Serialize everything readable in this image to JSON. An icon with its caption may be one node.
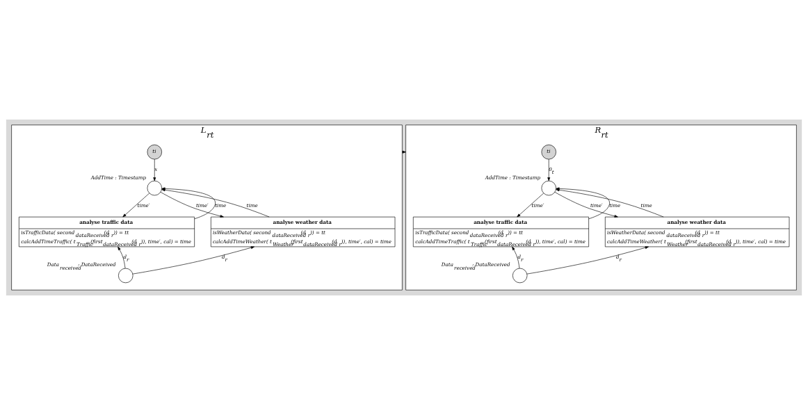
{
  "diagram": {
    "nodes": [
      {
        "text": [
          "L$_{rt}$"
        ]
      },
      {
        "text": [
          "ti"
        ],
        "in": 0
      },
      {
        "text": [],
        "shape": "circle",
        "in": 0,
        "beside": [
          "AddTime : Timestamp"
        ]
      },
      {
        "text": [
          "analyse traffic data",
          "isTrafficData( second$_{dataReceived}$ (d$_{r}$)) = tt",
          "calcAddTimeTraffic( t$_{Traffic}$(first$_{dataReceived}$ (d$_{r}$)), time′, cal) = time"
        ],
        "in": 0
      },
      {
        "text": [
          "analyse weather data",
          "isWeatherData( second$_{dataReceived}$ (d$_{r}$)) = tt",
          "calcAddTimeWeather( t$_{Weather}$(first$_{dataReceived}$ (d$_{r}$)), time′, cal) = time"
        ],
        "in": 0
      },
      {
        "text": [],
        "shape": "circle",
        "in": 0,
        "beside": [
          "Data$_{received}$ : DataReceived"
        ]
      },
      {
        "text": [
          "R$_{rt}$"
        ]
      },
      {
        "text": [
          "ti"
        ],
        "in": 6
      },
      {
        "text": [],
        "shape": "circle",
        "in": 6,
        "beside": [
          "AddTime : Timestamp"
        ]
      },
      {
        "text": [
          "analyse traffic data",
          "isTrafficData( second$_{dataReceived}$ (d$_{r}$)) = tt",
          "calcAddTimeTraffic( t$_{Traffic}$(first$_{dataReceived}$ (d$_{r}$)), time′, cal) = time"
        ],
        "in": 6
      },
      {
        "text": [
          "analyse weather data",
          "isWeatherData( second$_{dataReceived}$ (d$_{r}$)) = tt",
          "calcAddTimeWeather( t$_{Weather}$(first$_{dataReceived}$ (d$_{r}$)), time′, cal) = time"
        ],
        "in": 6
      },
      {
        "text": [],
        "shape": "circle",
        "in": 6,
        "beside": [
          "Data$_{received}$ : DataReceived"
        ]
      }
    ],
    "edges": [
      {
        "from": 1,
        "to": 2,
        "arrow": "to",
        "label": "x"
      },
      {
        "from": 2,
        "to": 3,
        "arrow": "to",
        "label": "time′"
      },
      {
        "from": 3,
        "to": 2,
        "arrow": "to",
        "label": "time"
      },
      {
        "from": 2,
        "to": 4,
        "arrow": "to",
        "label": "time′"
      },
      {
        "from": 4,
        "to": 2,
        "arrow": "to",
        "label": "time"
      },
      {
        "from": 5,
        "to": 3,
        "arrow": "to",
        "label": "d$_{r}$"
      },
      {
        "from": 5,
        "to": 4,
        "arrow": "to",
        "label": "d$_{r}$"
      },
      {
        "from": 0,
        "to": 6,
        "arrow": "to"
      },
      {
        "from": 7,
        "to": 8,
        "arrow": "to",
        "label": "0$_{t}$"
      },
      {
        "from": 8,
        "to": 9,
        "arrow": "to",
        "label": "time′"
      },
      {
        "from": 9,
        "to": 8,
        "arrow": "to",
        "label": "time"
      },
      {
        "from": 8,
        "to": 10,
        "arrow": "to",
        "label": "time′"
      },
      {
        "from": 10,
        "to": 8,
        "arrow": "to",
        "label": "time"
      },
      {
        "from": 11,
        "to": 9,
        "arrow": "to",
        "label": "d$_{r}$"
      },
      {
        "from": 11,
        "to": 10,
        "arrow": "to",
        "label": "d$_{r}$"
      }
    ]
  }
}
